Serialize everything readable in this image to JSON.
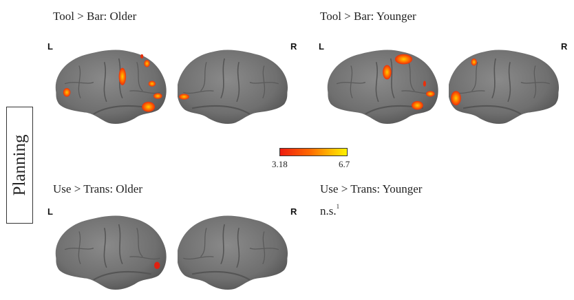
{
  "row_label": "Planning",
  "panels": [
    {
      "title": "Tool > Bar: Older",
      "left_label": "L",
      "right_label": "R"
    },
    {
      "title": "Tool > Bar: Younger",
      "left_label": "L",
      "right_label": "R"
    },
    {
      "title": "Use > Trans: Older",
      "left_label": "L",
      "right_label": "R"
    },
    {
      "title": "Use > Trans: Younger",
      "result": "n.s.",
      "footnote": "1"
    }
  ],
  "colorbar": {
    "min": "3.18",
    "max": "6.7",
    "colors": [
      "#ee1c10",
      "#fff200"
    ]
  }
}
